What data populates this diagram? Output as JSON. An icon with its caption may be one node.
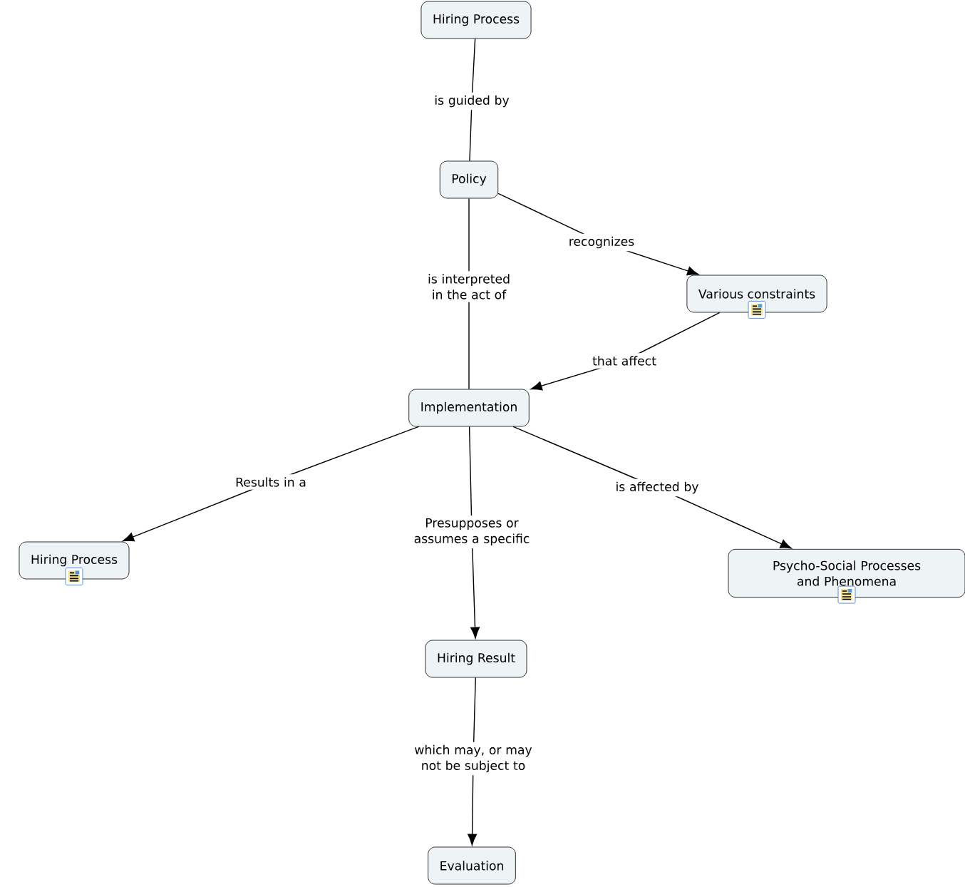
{
  "diagram": {
    "nodes": [
      {
        "text": [
          "Hiring Process"
        ]
      },
      {
        "text": [
          "Policy"
        ]
      },
      {
        "text": [
          "Various constraints"
        ]
      },
      {
        "text": [
          "Implementation"
        ]
      },
      {
        "text": [
          "Hiring Process"
        ]
      },
      {
        "text": [
          "Psycho-Social Processes and Phenomena"
        ]
      },
      {
        "text": [
          "Hiring Result"
        ]
      },
      {
        "text": [
          "Evaluation"
        ]
      }
    ],
    "edges": [
      {
        "from": 0,
        "to": 1,
        "arrow": "none",
        "label": "is guided by"
      },
      {
        "from": 1,
        "to": 2,
        "arrow": "to",
        "label": "recognizes"
      },
      {
        "from": 1,
        "to": 3,
        "arrow": "none",
        "label": "is interpreted in the act of"
      },
      {
        "from": 2,
        "to": 3,
        "arrow": "to",
        "label": "that affect"
      },
      {
        "from": 3,
        "to": 4,
        "arrow": "to",
        "label": "Results in a"
      },
      {
        "from": 3,
        "to": 6,
        "arrow": "to",
        "label": "Presupposes or assumes a specific"
      },
      {
        "from": 3,
        "to": 5,
        "arrow": "to",
        "label": "is affected by"
      },
      {
        "from": 6,
        "to": 7,
        "arrow": "to",
        "label": "which may, or may not be subject to"
      }
    ]
  }
}
